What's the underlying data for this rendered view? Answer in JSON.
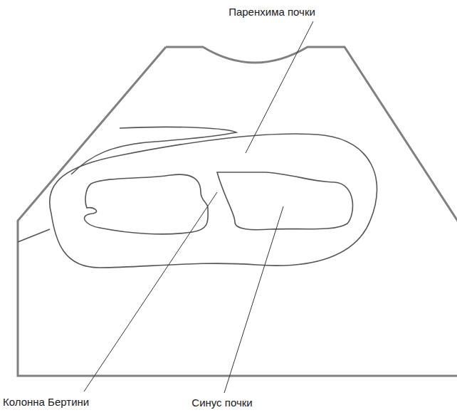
{
  "diagram": {
    "labels": [
      "Паренхима почки",
      "Колонна Бертини",
      "Синус почки"
    ]
  }
}
